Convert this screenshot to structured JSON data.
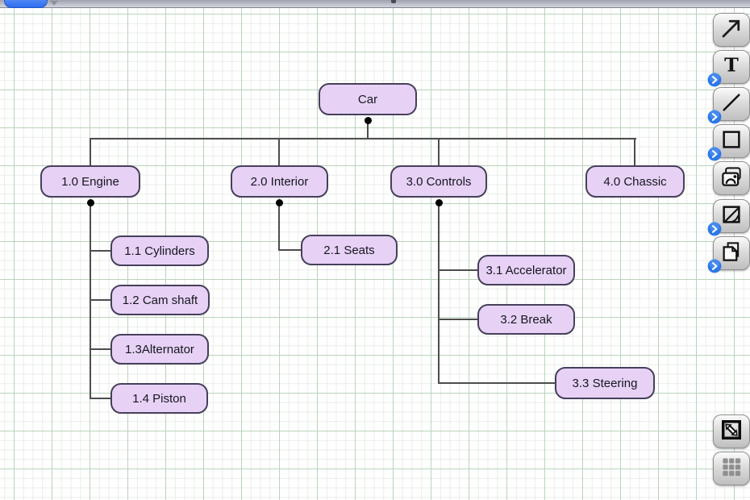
{
  "topbar": {
    "blue_button_color": "#3b74f1"
  },
  "toolbar": {
    "badge_color": "#2e78e8",
    "badge_glyph": "chevron-right",
    "tools": [
      {
        "id": "pointer-tool",
        "icon": "pointer-icon",
        "has_badge": false
      },
      {
        "id": "text-tool",
        "icon": "text-icon",
        "has_badge": true,
        "glyph": "T"
      },
      {
        "id": "line-tool",
        "icon": "line-icon",
        "has_badge": true
      },
      {
        "id": "shape-tool",
        "icon": "rectangle-icon",
        "has_badge": true
      },
      {
        "id": "photos-tool",
        "icon": "photos-icon",
        "has_badge": false
      },
      {
        "id": "crop-tool",
        "icon": "crop-icon",
        "has_badge": true
      },
      {
        "id": "pages-tool",
        "icon": "pages-icon",
        "has_badge": true
      }
    ],
    "bottom_tools": [
      {
        "id": "fit-tool",
        "icon": "resize-arrows-icon",
        "has_badge": false
      },
      {
        "id": "grid-tool",
        "icon": "grid-dots-icon",
        "has_badge": false
      }
    ]
  },
  "diagram": {
    "node_fill": "#e7d2f6",
    "node_border": "#46405a",
    "connector_color": "#4d4d4d",
    "nodes": [
      {
        "id": "car",
        "label": "Car"
      },
      {
        "id": "engine",
        "label": "1.0 Engine"
      },
      {
        "id": "interior",
        "label": "2.0 Interior"
      },
      {
        "id": "controls",
        "label": "3.0 Controls"
      },
      {
        "id": "chassic",
        "label": "4.0 Chassic"
      },
      {
        "id": "cylinders",
        "label": "1.1 Cylinders"
      },
      {
        "id": "camshaft",
        "label": "1.2 Cam shaft"
      },
      {
        "id": "alternator",
        "label": "1.3Alternator"
      },
      {
        "id": "piston",
        "label": "1.4 Piston"
      },
      {
        "id": "seats",
        "label": "2.1 Seats"
      },
      {
        "id": "accelerator",
        "label": "3.1 Accelerator"
      },
      {
        "id": "break",
        "label": "3.2 Break"
      },
      {
        "id": "steering",
        "label": "3.3 Steering"
      }
    ],
    "edges": [
      [
        "car",
        "engine"
      ],
      [
        "car",
        "interior"
      ],
      [
        "car",
        "controls"
      ],
      [
        "car",
        "chassic"
      ],
      [
        "engine",
        "cylinders"
      ],
      [
        "engine",
        "camshaft"
      ],
      [
        "engine",
        "alternator"
      ],
      [
        "engine",
        "piston"
      ],
      [
        "interior",
        "seats"
      ],
      [
        "controls",
        "accelerator"
      ],
      [
        "controls",
        "break"
      ],
      [
        "controls",
        "steering"
      ]
    ]
  }
}
